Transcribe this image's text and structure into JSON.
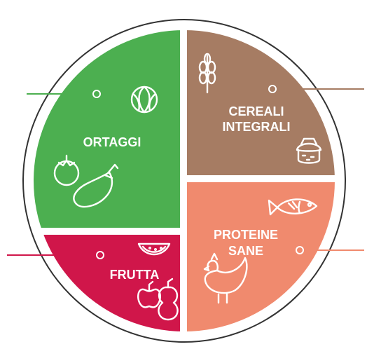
{
  "plate": {
    "sections": [
      {
        "id": "ortaggi",
        "lines": [
          "ORTAGGI"
        ],
        "color": "#4caf50",
        "icons": [
          "cabbage-icon",
          "tomato-icon",
          "eggplant-icon"
        ]
      },
      {
        "id": "cereali",
        "lines": [
          "CEREALI",
          "INTEGRALI"
        ],
        "color": "#a67c63",
        "icons": [
          "wheat-icon",
          "grain-sack-icon"
        ]
      },
      {
        "id": "proteine",
        "lines": [
          "PROTEINE",
          "SANE"
        ],
        "color": "#f08a6e",
        "icons": [
          "fish-icon",
          "chicken-icon"
        ]
      },
      {
        "id": "frutta",
        "lines": [
          "FRUTTA"
        ],
        "color": "#d0164a",
        "icons": [
          "watermelon-icon",
          "apple-icon",
          "pear-icon"
        ]
      }
    ],
    "border_color": "#333333"
  }
}
